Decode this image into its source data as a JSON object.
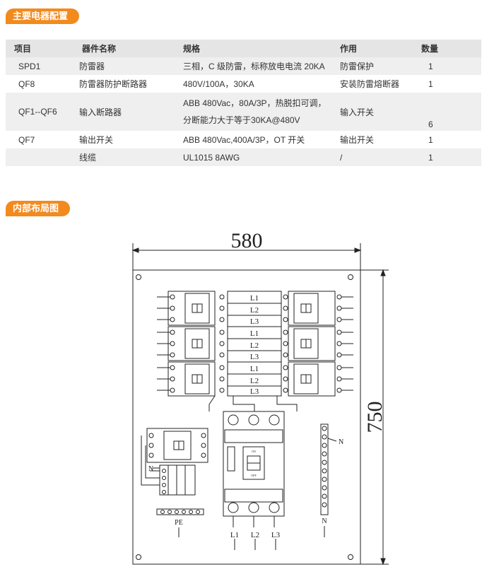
{
  "sections": {
    "config_title": "主要电器配置",
    "layout_title": "内部布局图"
  },
  "table": {
    "headers": [
      "项目",
      "器件名称",
      "规格",
      "作用",
      "数量"
    ],
    "rows": [
      {
        "item": "SPD1",
        "name": "防雷器",
        "spec": "三相，C 级防雷，标称放电电流 20KA",
        "use": "防雷保护",
        "qty": "1"
      },
      {
        "item": "QF8",
        "name": "防雷器防护断路器",
        "spec": "480V/100A，30KA",
        "use": "安装防雷熔断器",
        "qty": "1"
      },
      {
        "item": "QF1--QF6",
        "name": "输入断路器",
        "spec": "ABB 480Vac，80A/3P，热脱扣可调，",
        "spec2": "分断能力大于等于30KA@480V",
        "use": "输入开关",
        "qty": "6"
      },
      {
        "item": "QF7",
        "name": "输出开关",
        "spec": "ABB 480Vac,400A/3P，OT 开关",
        "use": "输出开关",
        "qty": "1"
      },
      {
        "item": "",
        "name": "线缆",
        "spec": "UL1015 8AWG",
        "use": "/",
        "qty": "1"
      }
    ]
  },
  "diagram": {
    "width_label": "580",
    "height_label": "750",
    "bus_labels": [
      "L1",
      "L2",
      "L3",
      "L1",
      "L2",
      "L3",
      "L1",
      "L2",
      "L3"
    ],
    "neutral_right": "N",
    "neutral_left": "N",
    "pe_label": "PE",
    "neutral_bottom": "N",
    "out_l1": "L1",
    "out_l2": "L2",
    "out_l3": "L3",
    "breaker_small_text_1": "ON",
    "breaker_small_text_2": "OFF"
  }
}
